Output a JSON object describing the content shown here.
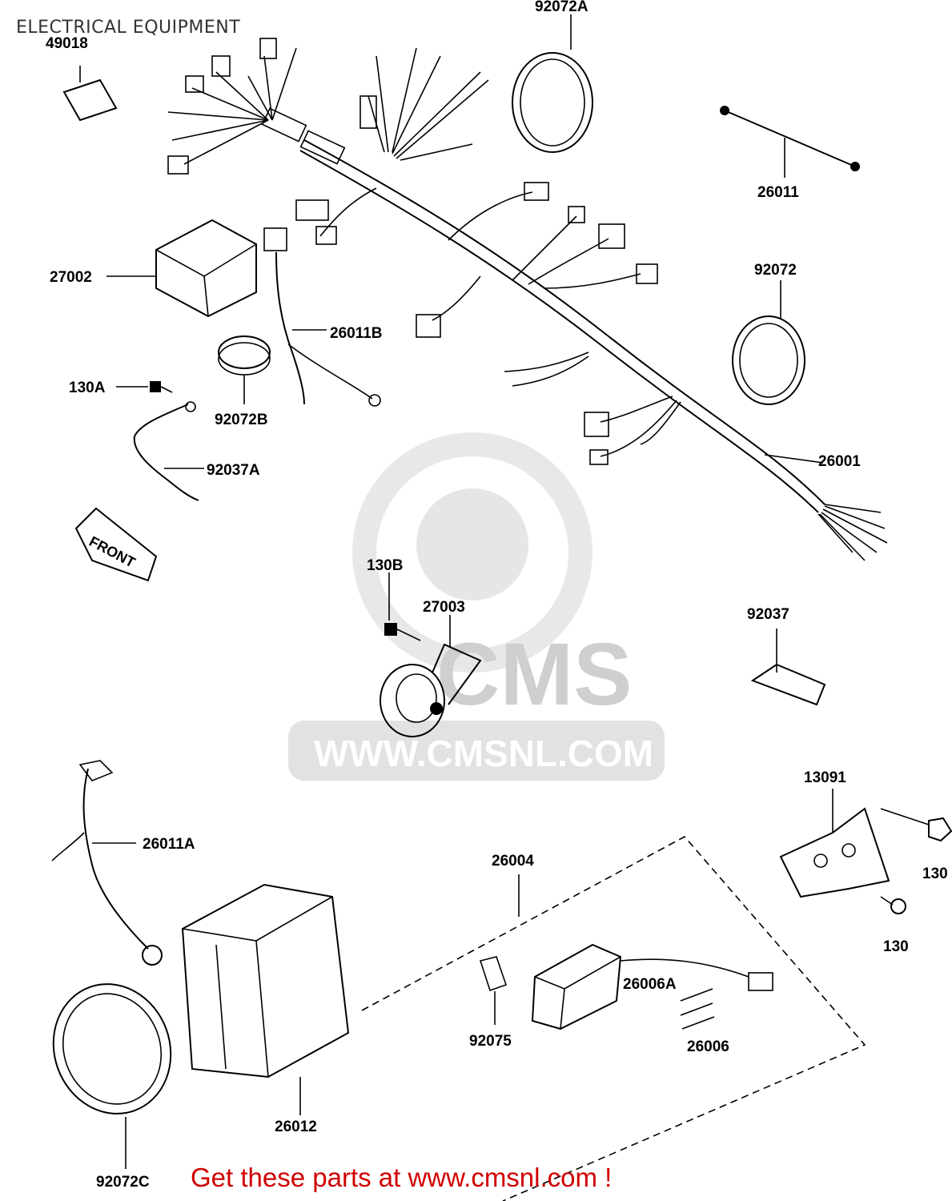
{
  "title": "ELECTRICAL EQUIPMENT",
  "watermark": "WWW.CMSNL.COM",
  "watermark_logo": "CMS",
  "front_sign": "FRONT",
  "cta": "Get these parts at www.cmsnl.com !",
  "parts": {
    "p49018": "49018",
    "p92072A": "92072A",
    "p26011": "26011",
    "p27002": "27002",
    "p92072": "92072",
    "p26011B": "26011B",
    "p130A": "130A",
    "p92072B": "92072B",
    "p92037A": "92037A",
    "p26001": "26001",
    "p130B": "130B",
    "p27003": "27003",
    "p92037": "92037",
    "p13091": "13091",
    "p26011A": "26011A",
    "p26004": "26004",
    "p130a": "130",
    "p130b": "130",
    "p26006A": "26006A",
    "p92075": "92075",
    "p26006": "26006",
    "p26012": "26012",
    "p92072C": "92072C"
  }
}
